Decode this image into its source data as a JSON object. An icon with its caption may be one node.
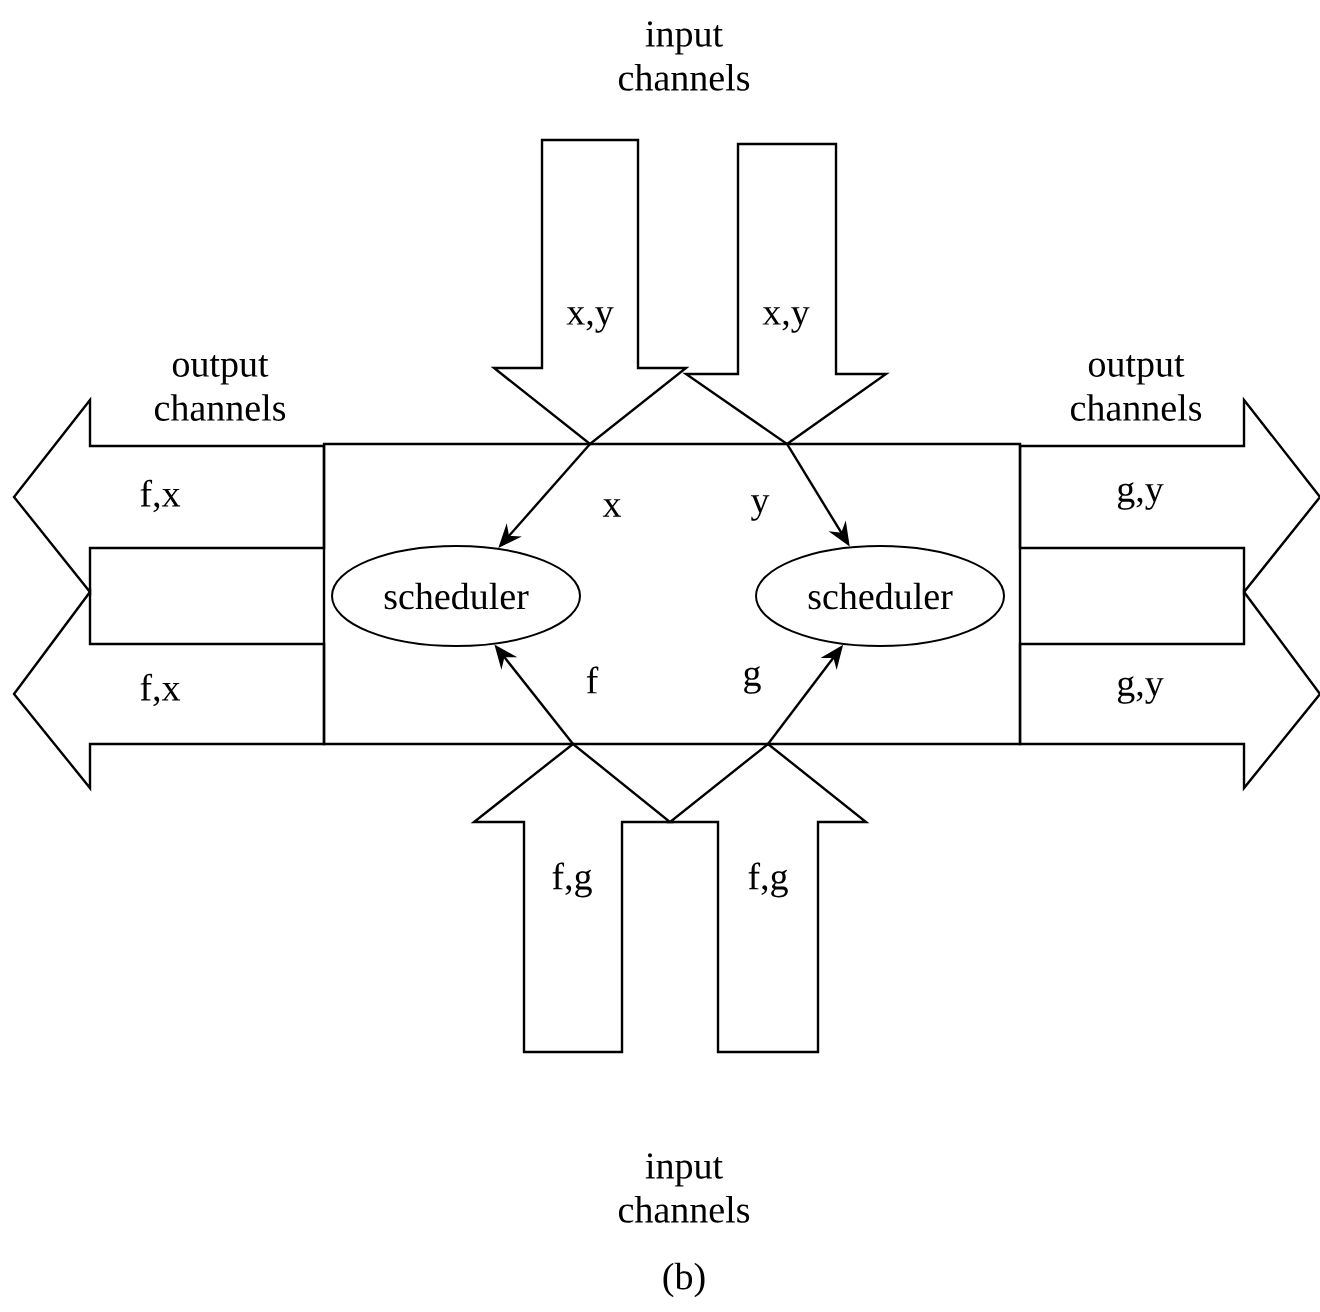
{
  "diagram": {
    "caption": "(b)",
    "nodes": [
      {
        "text": [],
        "shape": "box"
      },
      {
        "text": [
          "scheduler"
        ],
        "in": 0
      },
      {
        "text": [
          "scheduler"
        ],
        "in": 0
      },
      {
        "text": [
          "x,y"
        ]
      },
      {
        "text": [
          "x,y"
        ]
      },
      {
        "text": [
          "f,x"
        ]
      },
      {
        "text": [
          "g,y"
        ]
      },
      {
        "text": [
          "f,x"
        ]
      },
      {
        "text": [
          "g,y"
        ]
      },
      {
        "text": [
          "f,g"
        ]
      },
      {
        "text": [
          "f,g"
        ]
      }
    ],
    "edges": [
      {
        "from": 3,
        "to": 1,
        "arrow": "to",
        "label": "x"
      },
      {
        "from": 4,
        "to": 2,
        "arrow": "to",
        "label": "y"
      },
      {
        "from": 9,
        "to": 1,
        "arrow": "to",
        "label": "f"
      },
      {
        "from": 10,
        "to": 2,
        "arrow": "to",
        "label": "g"
      }
    ],
    "labels": [
      "input channels",
      "output channels",
      "output channels",
      "input channels"
    ]
  }
}
